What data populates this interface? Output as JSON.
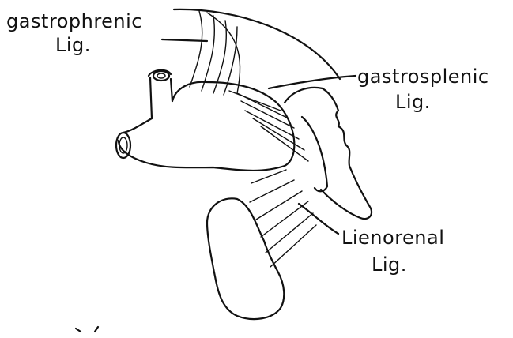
{
  "labels": {
    "gastrophrenic_line1": "gastrophrenic",
    "gastrophrenic_line2": "Lig.",
    "gastrosplenic_line1": "gastrosplenic",
    "gastrosplenic_line2": "Lig.",
    "lienorenal_line1": "Lienorenal",
    "lienorenal_line2": "Lig."
  },
  "structures": [
    "stomach",
    "spleen",
    "kidney",
    "diaphragm"
  ],
  "colors": {
    "ink": "#111111",
    "background": "#ffffff"
  }
}
